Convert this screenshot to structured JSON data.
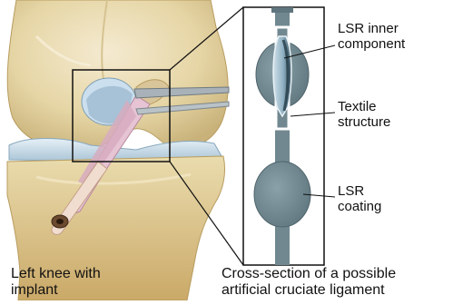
{
  "labels": {
    "lsr_inner": "LSR inner\ncomponent",
    "textile": "Textile\nstructure",
    "lsr_coating": "LSR\ncoating"
  },
  "captions": {
    "left": "Left knee with\nimplant",
    "right": "Cross-section of a possible\nartificial cruciate ligament"
  },
  "colors": {
    "bone": "#e8dbb0",
    "cartilage": "#c7dcea",
    "implant_gray": "#738a92",
    "ligament_pink": "#d9b6c5",
    "text": "#111111"
  }
}
